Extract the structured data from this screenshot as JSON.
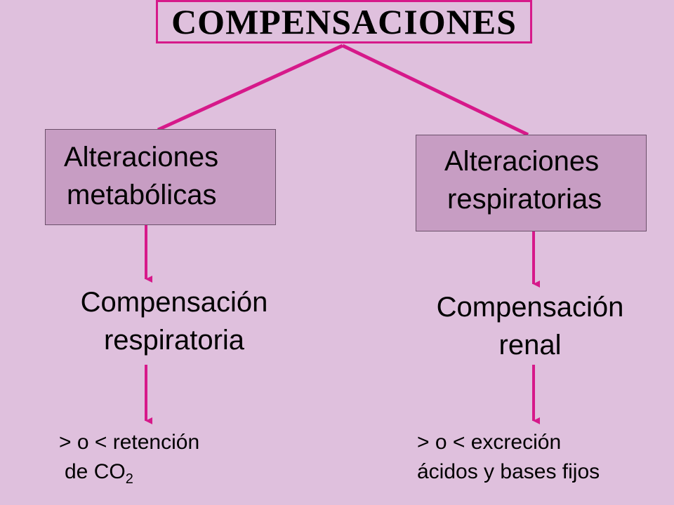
{
  "title": "COMPENSACIONES",
  "colors": {
    "background": "#dfc0dd",
    "box_fill": "#c79dc3",
    "connector": "#d6198a"
  },
  "left_branch": {
    "box_lines": [
      "Alteraciones",
      "metabólicas"
    ],
    "compensation_lines": [
      "Compensación",
      "respiratoria"
    ],
    "effect_line1": "> o < retención",
    "effect_line2_text": "de CO",
    "effect_line2_sub": "2"
  },
  "right_branch": {
    "box_lines": [
      "Alteraciones",
      "respiratorias"
    ],
    "compensation_lines": [
      "Compensación",
      "renal"
    ],
    "effect_line1": "> o <  excreción",
    "effect_line2": "ácidos y bases fijos"
  }
}
